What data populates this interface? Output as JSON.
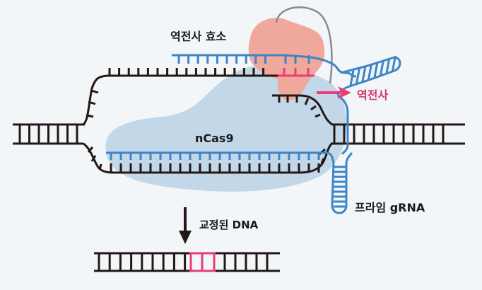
{
  "labels": {
    "reverse_transcriptase": "역전사 효소",
    "reverse_transcription": "역전사",
    "ncas9": "nCas9",
    "prime_grna": "프라임 gRNA",
    "edited_dna": "교정된 DNA"
  },
  "colors": {
    "background": "#f3f6f9",
    "dna_strand": "#231815",
    "grna_strand": "#3d85c6",
    "edit_highlight": "#e83e74",
    "reverse_transcriptase_blob": "#f0a79c",
    "ncas9_blob": "#c2d7e8",
    "tether_line": "#8a8a8a",
    "label_text": "#1a1a1a",
    "accent_label_text": "#d8336e"
  }
}
